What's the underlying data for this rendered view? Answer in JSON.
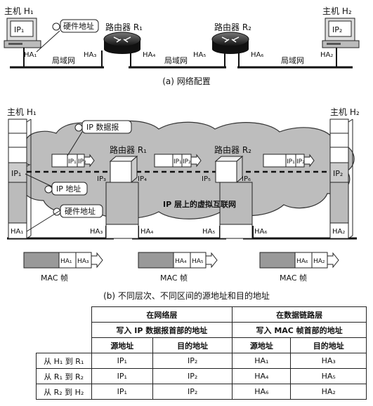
{
  "part_a": {
    "host1": "主机 H₁",
    "ip1": "IP₁",
    "hw_callout": "硬件地址",
    "router1": "路由器 R₁",
    "router2": "路由器 R₂",
    "host2": "主机 H₂",
    "ip2": "IP₂",
    "ha1": "HA₁",
    "ha3": "HA₃",
    "ha4": "HA₄",
    "ha5": "HA₅",
    "ha6": "HA₆",
    "ha2": "HA₂",
    "lan": "局域网",
    "caption": "(a) 网络配置"
  },
  "part_b": {
    "host1": "主机 H₁",
    "host2": "主机 H₂",
    "ip_datagram": "IP 数据报",
    "ip_address": "IP 地址",
    "hw_address": "硬件地址",
    "router1": "路由器 R₁",
    "router2": "路由器 R₂",
    "ip1": "IP₁",
    "ip2": "IP₂",
    "ip3": "IP₃",
    "ip4": "IP₄",
    "ip5": "IP₅",
    "ip6": "IP₆",
    "ha1": "HA₁",
    "ha2": "HA₂",
    "ha3": "HA₃",
    "ha4": "HA₄",
    "ha5": "HA₅",
    "ha6": "HA₆",
    "cloud_label": "IP 层上的虚拟互联网",
    "mac_frame": "MAC 帧",
    "caption": "(b) 不同层次、不同区间的源地址和目的地址"
  },
  "table": {
    "net_layer": "在网络层",
    "net_layer_sub": "写入 IP 数据报首部的地址",
    "link_layer": "在数据链路层",
    "link_layer_sub": "写入 MAC 帧首部的地址",
    "src": "源地址",
    "dst": "目的地址",
    "rows": [
      {
        "label": "从 H₁ 到 R₁",
        "ip_src": "IP₁",
        "ip_dst": "IP₂",
        "mac_src": "HA₁",
        "mac_dst": "HA₃"
      },
      {
        "label": "从 R₁ 到 R₂",
        "ip_src": "IP₁",
        "ip_dst": "IP₂",
        "mac_src": "HA₄",
        "mac_dst": "HA₅"
      },
      {
        "label": "从 R₂ 到 H₂",
        "ip_src": "IP₁",
        "ip_dst": "IP₂",
        "mac_src": "HA₆",
        "mac_dst": "HA₂"
      }
    ]
  }
}
